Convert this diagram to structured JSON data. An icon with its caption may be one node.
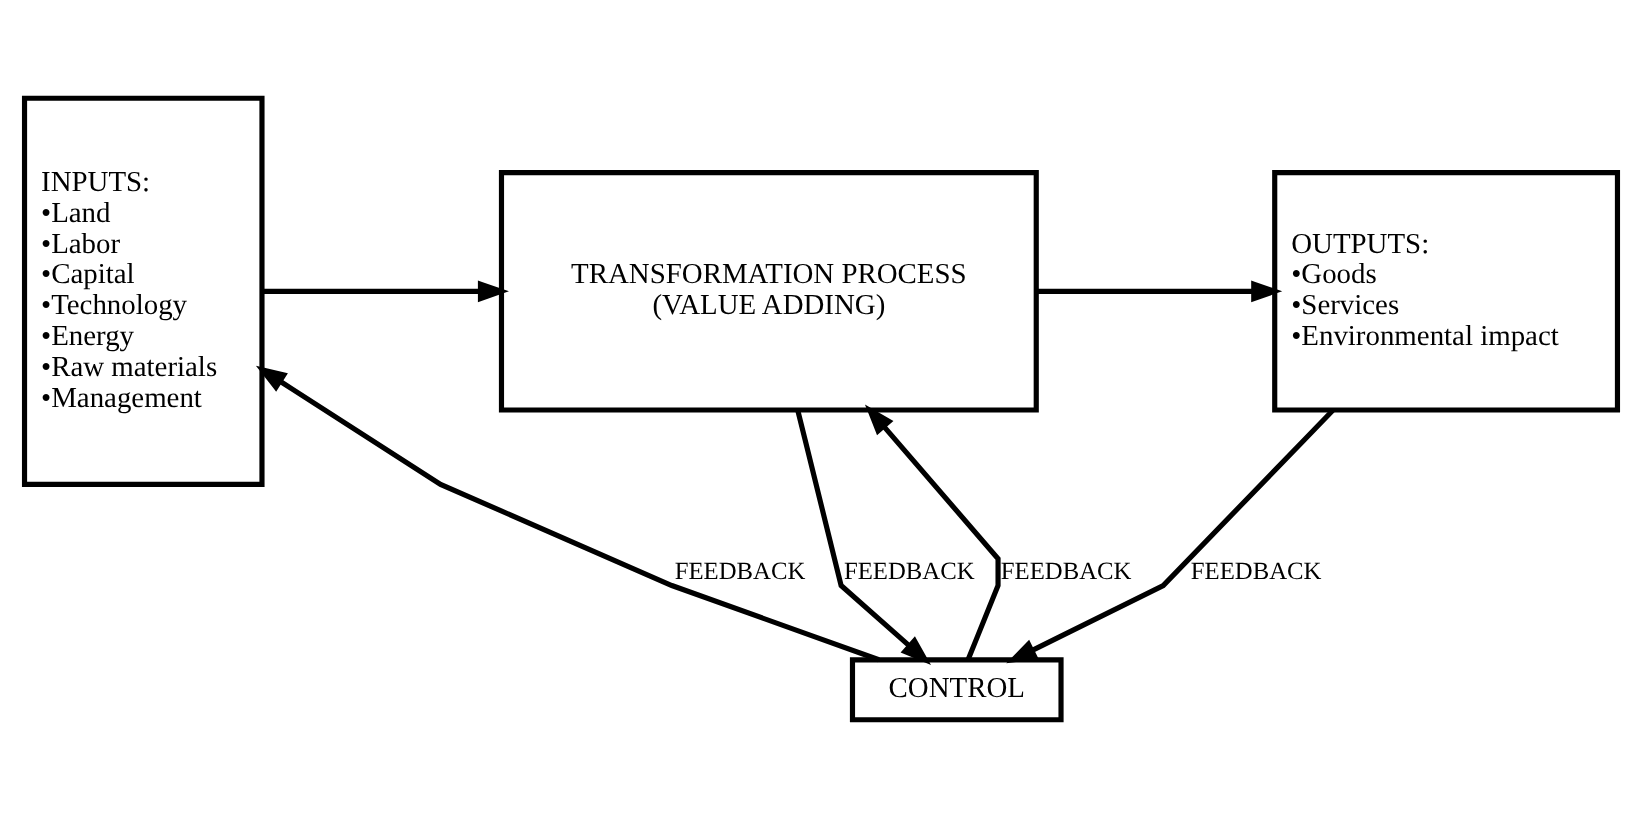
{
  "diagram": {
    "nodes": [
      {
        "text": [
          "INPUTS:",
          "•Land",
          "•Labor",
          "•Capital",
          "•Technology",
          "•Energy",
          "•Raw materials",
          "•Management"
        ]
      },
      {
        "text": [
          "TRANSFORMATION PROCESS",
          "(VALUE ADDING)"
        ]
      },
      {
        "text": [
          "OUTPUTS:",
          "•Goods",
          "•Services",
          "•Environmental impact"
        ]
      },
      {
        "text": [
          "CONTROL"
        ]
      }
    ],
    "edges": [
      {
        "from": 0,
        "to": 1,
        "arrow": "to"
      },
      {
        "from": 1,
        "to": 2,
        "arrow": "to"
      },
      {
        "from": 1,
        "to": 3,
        "arrow": "to",
        "label": "FEEDBACK"
      },
      {
        "from": 3,
        "to": 1,
        "arrow": "to",
        "label": "FEEDBACK"
      },
      {
        "from": 3,
        "to": 0,
        "arrow": "to",
        "label": "FEEDBACK"
      },
      {
        "from": 2,
        "to": 3,
        "arrow": "to",
        "label": "FEEDBACK"
      }
    ]
  }
}
